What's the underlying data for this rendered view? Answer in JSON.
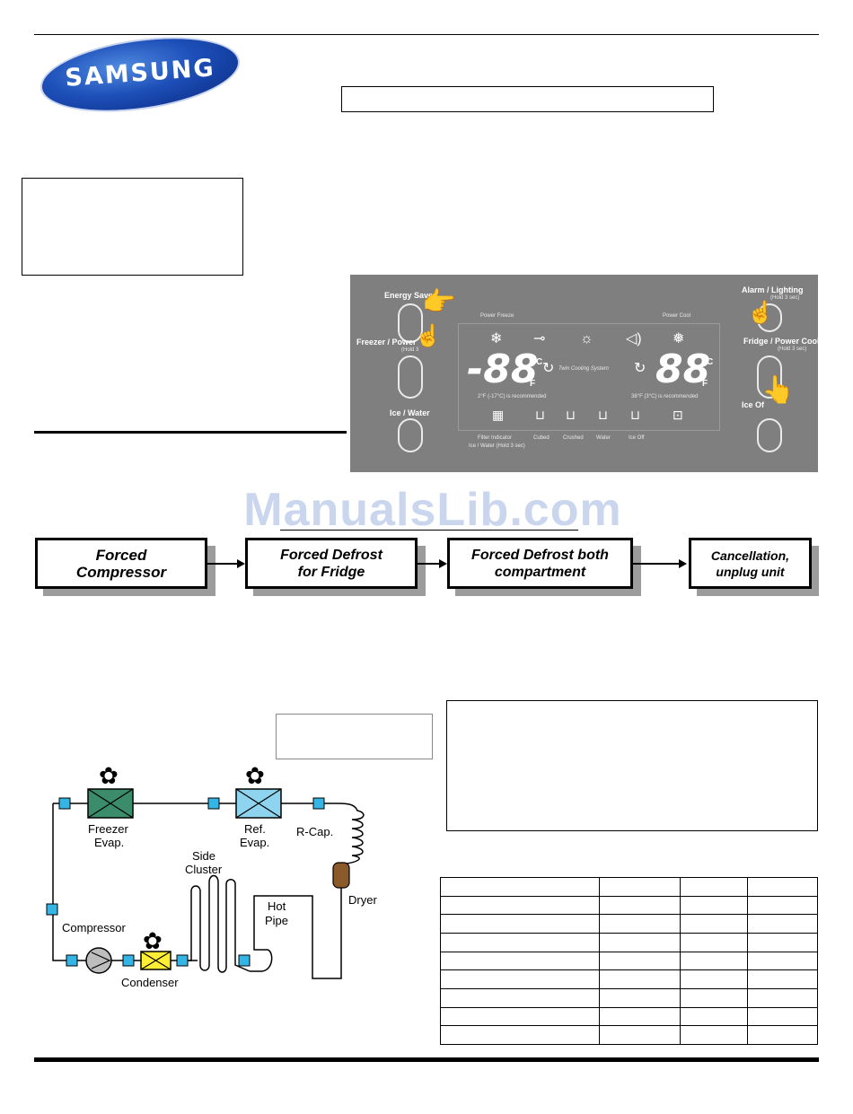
{
  "logo": {
    "text": "SAMSUNG"
  },
  "panel": {
    "labels": {
      "energy_saver": "Energy Saver",
      "freezer_power": "Freezer / Power",
      "hold3_left": "(Hold 3",
      "ice_water": "Ice / Water",
      "power_freeze": "Power Freeze",
      "power_cool": "Power Cool",
      "alarm_lighting": "Alarm / Lighting",
      "hold3_alarm": "(Hold 3 sec)",
      "fridge_power_cool": "Fridge / Power Cool",
      "hold3_fridge": "(Hold 3 sec)",
      "ice_off": "Ice Of",
      "twin_cooling": "Twin Cooling System",
      "freezer_rec": "2°F (-17°C) is recommended",
      "fridge_rec": "38°F (3°C) is recommended",
      "filter_indicator": "Filter Indicator",
      "ice_water_hold": "Ice / Water (Hold 3 sec)",
      "cubed": "Cubed",
      "crushed": "Crushed",
      "water": "Water",
      "ice_off_icon": "Ice Off"
    },
    "freezer_display": "-88",
    "fridge_display": "88",
    "unit_c": "°C",
    "unit_f": "F"
  },
  "watermark": "ManualsLib.com",
  "flow": [
    {
      "label": "Forced Compressor"
    },
    {
      "label": "Forced Defrost for Fridge"
    },
    {
      "label": "Forced Defrost both compartment"
    },
    {
      "label": "Cancellation, unplug unit"
    }
  ],
  "cycle": {
    "freezer_evap": [
      "Freezer",
      "Evap."
    ],
    "ref_evap": [
      "Ref.",
      "Evap."
    ],
    "r_cap": "R-Cap.",
    "side_cluster": [
      "Side",
      "Cluster"
    ],
    "hot_pipe": [
      "Hot",
      "Pipe"
    ],
    "dryer": "Dryer",
    "compressor": "Compressor",
    "condenser": "Condenser"
  },
  "table": {
    "rows": 9,
    "cols": 4
  }
}
